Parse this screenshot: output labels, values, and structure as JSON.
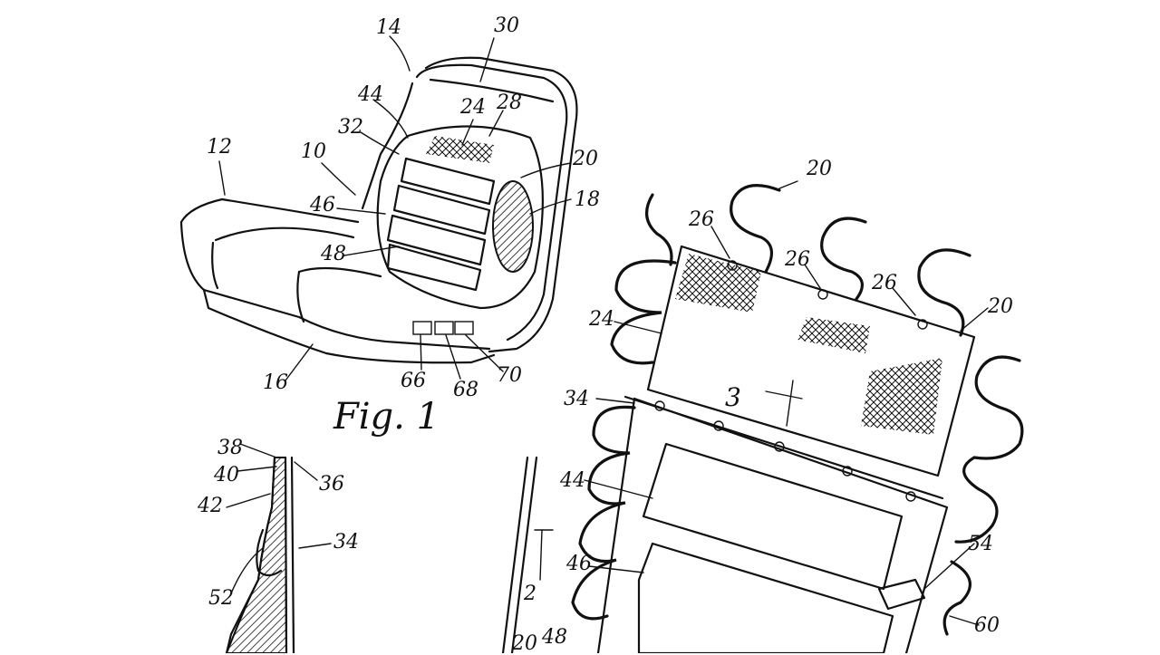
{
  "figure1": {
    "caption": "Fig. 1",
    "labels": [
      "14",
      "30",
      "44",
      "24",
      "28",
      "32",
      "10",
      "12",
      "20",
      "46",
      "18",
      "48",
      "16",
      "66",
      "68",
      "70"
    ]
  },
  "figure2": {
    "labels": [
      "20",
      "26",
      "26",
      "26",
      "20",
      "20",
      "24",
      "3",
      "34",
      "44",
      "54",
      "46",
      "2",
      "48",
      "60",
      "20"
    ]
  },
  "figure3": {
    "labels": [
      "38",
      "40",
      "36",
      "42",
      "34",
      "52"
    ]
  }
}
